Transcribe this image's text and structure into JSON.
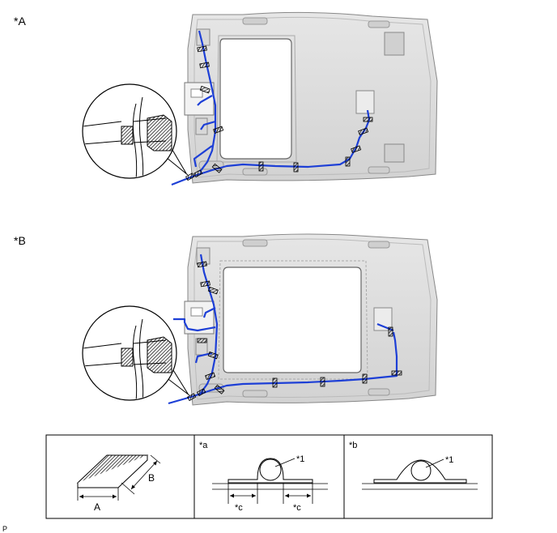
{
  "views": {
    "a": {
      "label": "*A"
    },
    "b": {
      "label": "*B"
    }
  },
  "legend": {
    "tape": {
      "dim_a": "A",
      "dim_b": "B"
    },
    "detail_a": {
      "label": "*a",
      "callout": "*1",
      "dim_left": "*c",
      "dim_right": "*c"
    },
    "detail_b": {
      "label": "*b",
      "callout": "*1"
    }
  },
  "footer": {
    "code": "P"
  },
  "colors": {
    "harness": "#1d3fd6",
    "headliner": "#dcdcdc",
    "outline": "#555555"
  }
}
